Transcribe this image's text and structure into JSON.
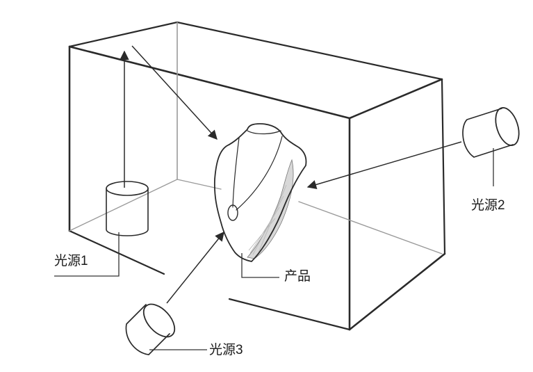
{
  "labels": {
    "light1": "光源1",
    "light2": "光源2",
    "light3": "光源3",
    "product": "产品"
  },
  "colors": {
    "line": "#2a2a2a",
    "background": "#ffffff"
  }
}
